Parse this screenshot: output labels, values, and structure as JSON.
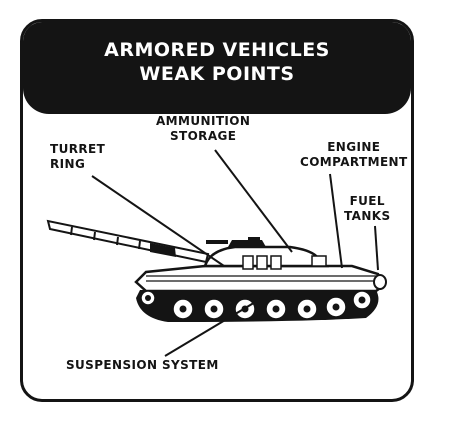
{
  "header": {
    "title_line1": "ARMORED VEHICLES",
    "title_line2": "WEAK POINTS"
  },
  "labels": {
    "turret_ring_1": "TURRET",
    "turret_ring_2": "RING",
    "ammo_1": "AMMUNITION",
    "ammo_2": "STORAGE",
    "engine_1": "ENGINE",
    "engine_2": "COMPARTMENT",
    "fuel_1": "FUEL",
    "fuel_2": "TANKS",
    "suspension": "SUSPENSION SYSTEM"
  },
  "colors": {
    "ink": "#141414",
    "paper": "#ffffff"
  }
}
